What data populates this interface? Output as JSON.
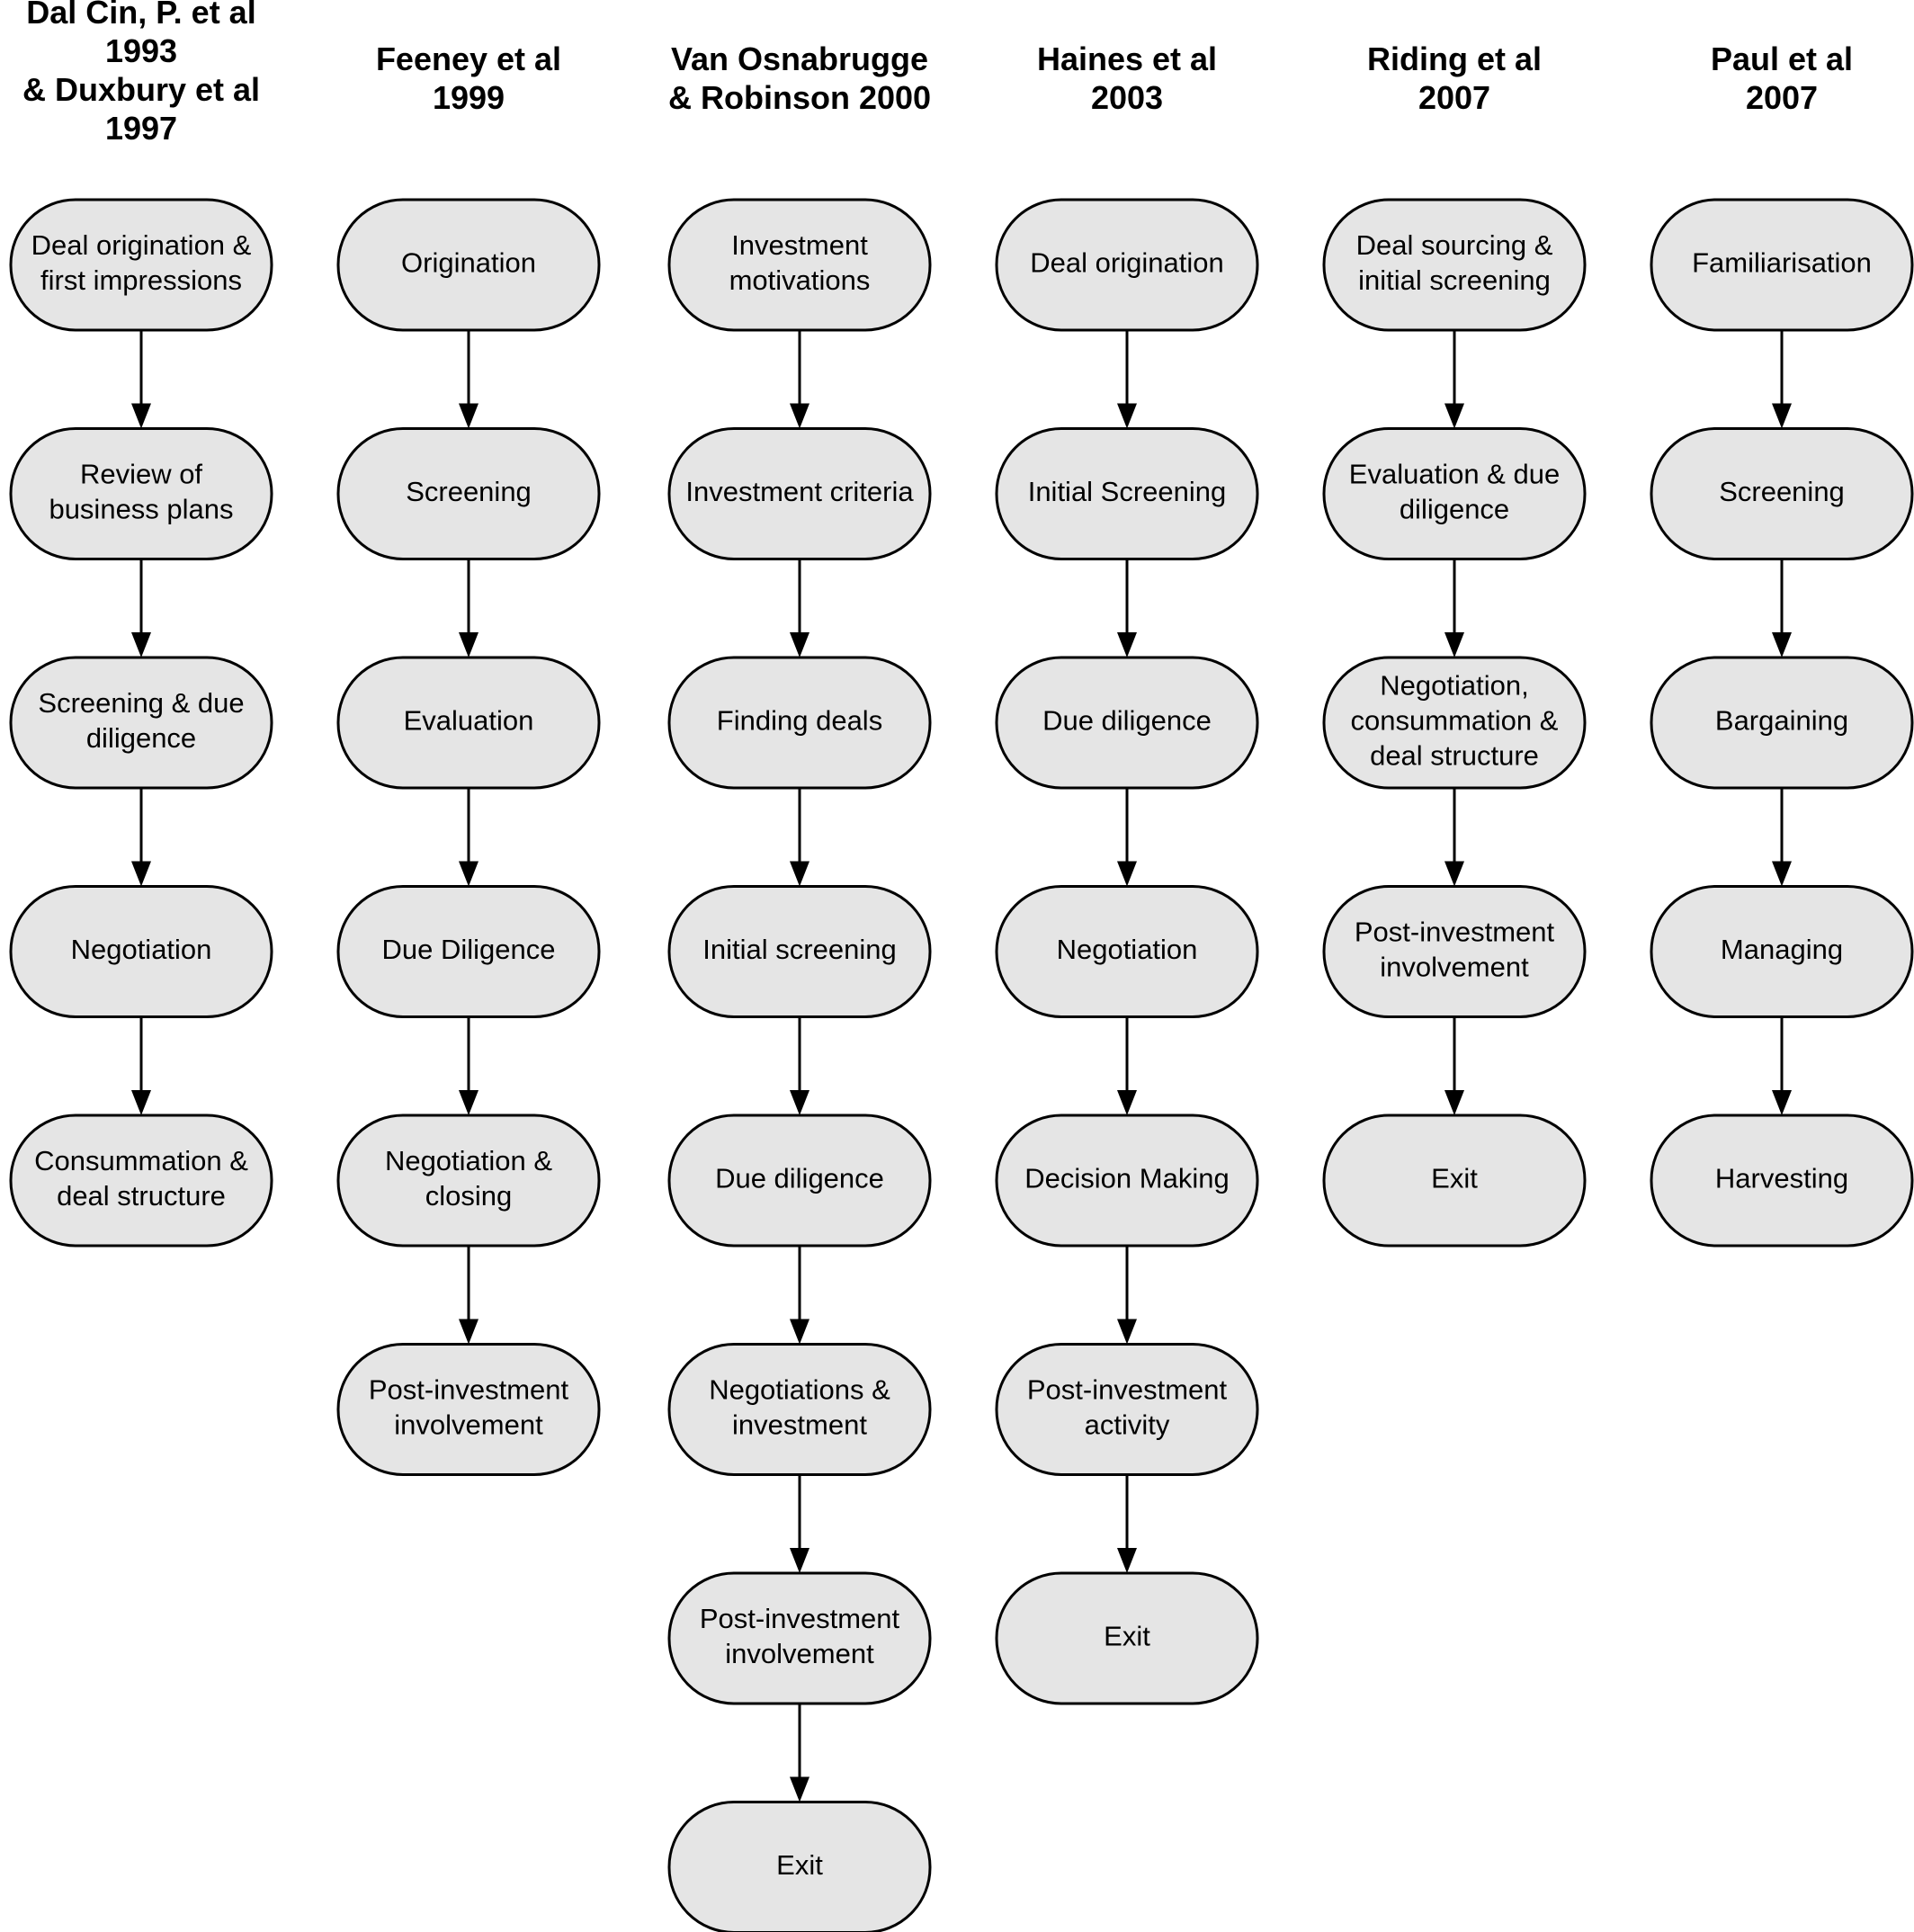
{
  "columns": [
    {
      "title": [
        "Dal Cin, P. et al",
        "1993",
        "& Duxbury et al",
        "1997"
      ],
      "steps": [
        [
          "Deal origination &",
          "first impressions"
        ],
        [
          "Review of",
          "business plans"
        ],
        [
          "Screening & due",
          "diligence"
        ],
        [
          "Negotiation"
        ],
        [
          "Consummation &",
          "deal structure"
        ]
      ]
    },
    {
      "title": [
        "Feeney et al",
        "1999"
      ],
      "steps": [
        [
          "Origination"
        ],
        [
          "Screening"
        ],
        [
          "Evaluation"
        ],
        [
          "Due Diligence"
        ],
        [
          "Negotiation &",
          "closing"
        ],
        [
          "Post-investment",
          "involvement"
        ]
      ]
    },
    {
      "title": [
        "Van Osnabrugge",
        "& Robinson 2000"
      ],
      "steps": [
        [
          "Investment",
          "motivations"
        ],
        [
          "Investment criteria"
        ],
        [
          "Finding deals"
        ],
        [
          "Initial screening"
        ],
        [
          "Due diligence"
        ],
        [
          "Negotiations &",
          "investment"
        ],
        [
          "Post-investment",
          "involvement"
        ],
        [
          "Exit"
        ]
      ]
    },
    {
      "title": [
        "Haines et al",
        "2003"
      ],
      "steps": [
        [
          "Deal origination"
        ],
        [
          "Initial Screening"
        ],
        [
          "Due diligence"
        ],
        [
          "Negotiation"
        ],
        [
          "Decision Making"
        ],
        [
          "Post-investment",
          "activity"
        ],
        [
          "Exit"
        ]
      ]
    },
    {
      "title": [
        "Riding et al",
        "2007"
      ],
      "steps": [
        [
          "Deal sourcing &",
          "initial screening"
        ],
        [
          "Evaluation & due",
          "diligence"
        ],
        [
          "Negotiation,",
          "consummation &",
          "deal structure"
        ],
        [
          "Post-investment",
          "involvement"
        ],
        [
          "Exit"
        ]
      ]
    },
    {
      "title": [
        "Paul et al",
        "2007"
      ],
      "steps": [
        [
          "Familiarisation"
        ],
        [
          "Screening"
        ],
        [
          "Bargaining"
        ],
        [
          "Managing"
        ],
        [
          "Harvesting"
        ]
      ]
    }
  ]
}
